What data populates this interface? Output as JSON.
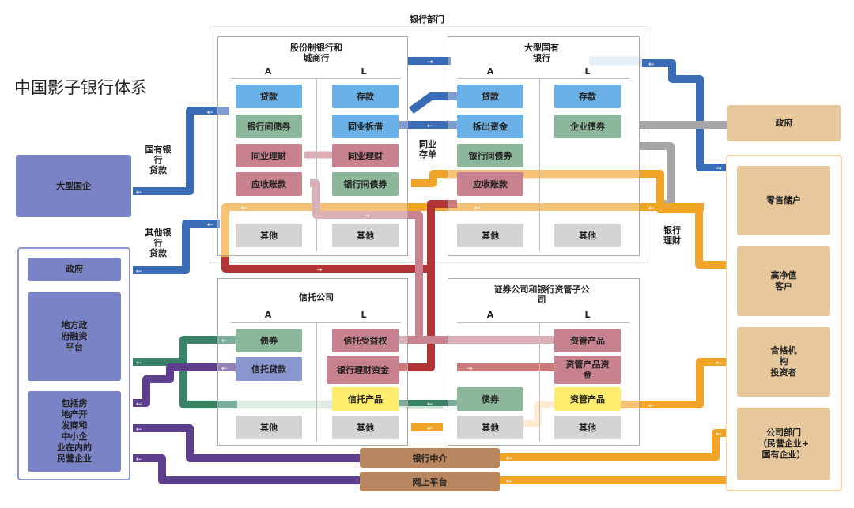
{
  "title": "中国影子银行体系",
  "bank_sector_label": "银行部门",
  "panels": {
    "joint_stock": {
      "title": "股份制银行和\n城商行",
      "a": "A",
      "l": "L",
      "assets": [
        "贷款",
        "银行间债券",
        "同业理财",
        "应收账款",
        "其他"
      ],
      "liabilities": [
        "存款",
        "同业拆借",
        "同业理财",
        "银行间债券",
        "其他"
      ]
    },
    "big_state": {
      "title": "大型国有\n银行",
      "a": "A",
      "l": "L",
      "assets": [
        "贷款",
        "拆出资金",
        "银行间债券",
        "应收账款",
        "其他"
      ],
      "liabilities": [
        "存款",
        "企业债券",
        "其他"
      ]
    },
    "trust": {
      "title": "信托公司",
      "a": "A",
      "l": "L",
      "assets": [
        "债券",
        "信托贷款",
        "其他"
      ],
      "liabilities": [
        "信托受益权",
        "银行理财资金",
        "信托产品",
        "其他"
      ]
    },
    "securities": {
      "title": "证券公司和银行资管子公\n司",
      "a": "A",
      "l": "L",
      "assets": [
        "债券",
        "其他"
      ],
      "liabilities": [
        "资管产品",
        "资管产品资\n金",
        "资管产品",
        "其他"
      ]
    }
  },
  "left_entities": {
    "soe": "大型国企",
    "government": "政府",
    "lgfv": "地方政\n府融资\n平台",
    "private": "包括房\n地产开\n发商和\n中小企\n业在内的\n民营企业"
  },
  "right_entities": {
    "government": "政府",
    "retail": "零售储户",
    "hnw": "高净值\n客户",
    "qualified": "合格机\n构\n投资者",
    "corporate": "公司部门\n（民营企业+\n国有企业）"
  },
  "intermediaries": {
    "broker": "银行中介",
    "online": "网上平台"
  },
  "flow_labels": {
    "state_bank_loans": "国有银\n行\n贷款",
    "other_bank_loans": "其他银\n行\n贷款",
    "interbank_deposits": "同业\n存单",
    "bank_wmp": "银行\n理财"
  },
  "colors": {
    "blue_flow": "#3a6bb6",
    "orange_flow": "#f0a428",
    "red_flow": "#b23434",
    "pink_flow": "#c98490",
    "green_flow": "#3a8266",
    "purple_flow": "#5d3f8e",
    "grey_flow": "#a6a6a6",
    "cream_flow": "#fde1ba",
    "lightgreen_flow": "#cfe1d4"
  }
}
